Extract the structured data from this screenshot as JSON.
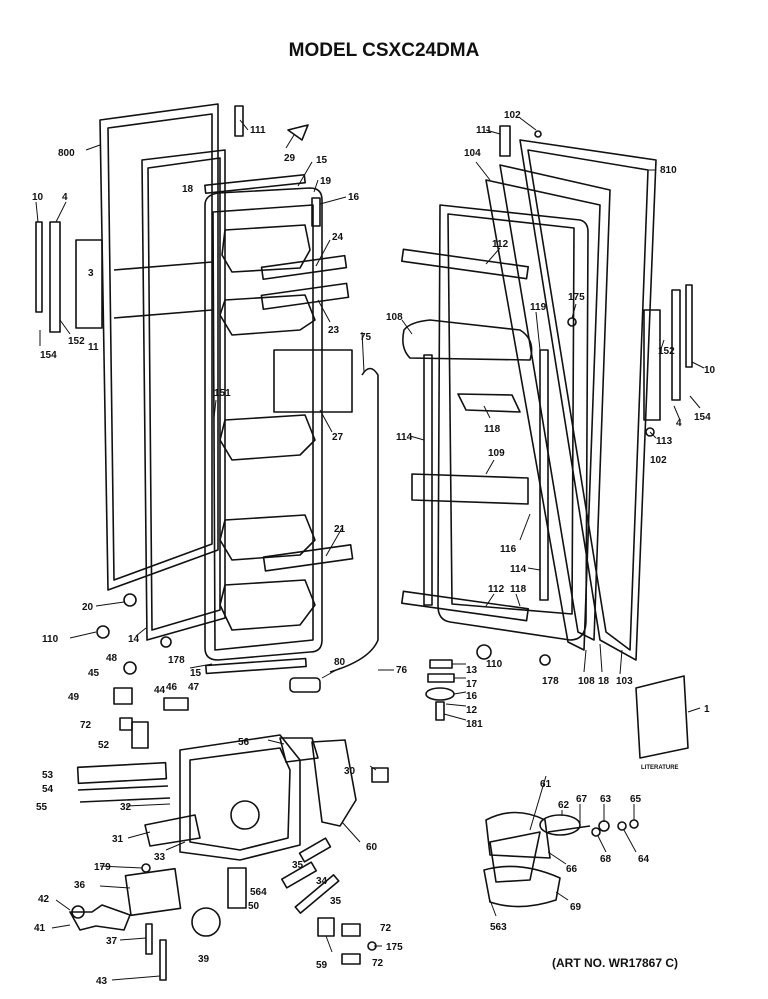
{
  "title": "MODEL CSXC24DMA",
  "art_number": "(ART NO. WR17867 C)",
  "literature_label": "LITERATURE",
  "callouts": [
    "800",
    "111",
    "29",
    "15",
    "19",
    "16",
    "18",
    "24",
    "23",
    "10",
    "4",
    "3",
    "152",
    "11",
    "154",
    "151",
    "75",
    "27",
    "21",
    "20",
    "14",
    "110",
    "15",
    "178",
    "80",
    "76",
    "48",
    "45",
    "44",
    "49",
    "46",
    "47",
    "72",
    "56",
    "52",
    "53",
    "54",
    "55",
    "32",
    "30",
    "31",
    "33",
    "60",
    "179",
    "36",
    "35",
    "564",
    "34",
    "50",
    "35",
    "42",
    "41",
    "37",
    "39",
    "43",
    "59",
    "72",
    "175",
    "72",
    "102",
    "111",
    "104",
    "810",
    "112",
    "175",
    "119",
    "108",
    "118",
    "114",
    "109",
    "116",
    "114",
    "112",
    "118",
    "110",
    "13",
    "17",
    "16",
    "12",
    "181",
    "178",
    "108",
    "18",
    "103",
    "152",
    "10",
    "154",
    "4",
    "113",
    "102",
    "61",
    "62",
    "67",
    "63",
    "65",
    "66",
    "64",
    "68",
    "69",
    "563",
    "1"
  ]
}
